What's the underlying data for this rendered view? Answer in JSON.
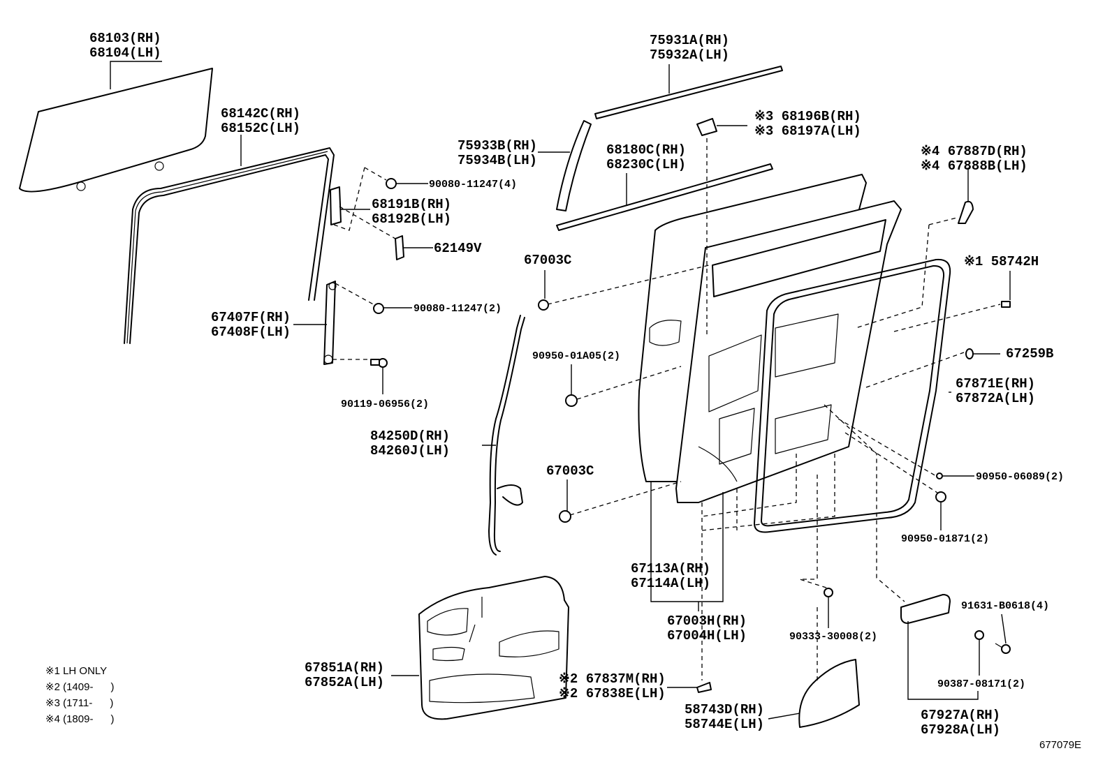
{
  "diagram_id": "677079E",
  "parts": [
    {
      "lines": [
        "68103(RH)",
        "68104(LH)"
      ]
    },
    {
      "lines": [
        "68142C(RH)",
        "68152C(LH)"
      ]
    },
    {
      "lines": [
        "90080-11247(4)"
      ]
    },
    {
      "lines": [
        "68191B(RH)",
        "68192B(LH)"
      ]
    },
    {
      "lines": [
        "62149V"
      ]
    },
    {
      "lines": [
        "67407F(RH)",
        "67408F(LH)"
      ]
    },
    {
      "lines": [
        "90080-11247(2)"
      ]
    },
    {
      "lines": [
        "90119-06956(2)"
      ]
    },
    {
      "lines": [
        "84250D(RH)",
        "84260J(LH)"
      ]
    },
    {
      "lines": [
        "75931A(RH)",
        "75932A(LH)"
      ]
    },
    {
      "lines": [
        "75933B(RH)",
        "75934B(LH)"
      ]
    },
    {
      "lines": [
        "68180C(RH)",
        "68230C(LH)"
      ]
    },
    {
      "lines": [
        "※3 68196B(RH)",
        "※3 68197A(LH)"
      ]
    },
    {
      "lines": [
        "※4 67887D(RH)",
        "※4 67888B(LH)"
      ]
    },
    {
      "lines": [
        "67003C"
      ]
    },
    {
      "lines": [
        "※1 58742H"
      ]
    },
    {
      "lines": [
        "90950-01A05(2)"
      ]
    },
    {
      "lines": [
        "67259B"
      ]
    },
    {
      "lines": [
        "67871E(RH)",
        "67872A(LH)"
      ]
    },
    {
      "lines": [
        "67003C"
      ]
    },
    {
      "lines": [
        "90950-06089(2)"
      ]
    },
    {
      "lines": [
        "90950-01871(2)"
      ]
    },
    {
      "lines": [
        "67113A(RH)",
        "67114A(LH)"
      ]
    },
    {
      "lines": [
        "67003H(RH)",
        "67004H(LH)"
      ]
    },
    {
      "lines": [
        "90333-30008(2)"
      ]
    },
    {
      "lines": [
        "91631-B0618(4)"
      ]
    },
    {
      "lines": [
        "67851A(RH)",
        "67852A(LH)"
      ]
    },
    {
      "lines": [
        "※2 67837M(RH)",
        "※2 67838E(LH)"
      ]
    },
    {
      "lines": [
        "90387-08171(2)"
      ]
    },
    {
      "lines": [
        "58743D(RH)",
        "58744E(LH)"
      ]
    },
    {
      "lines": [
        "67927A(RH)",
        "67928A(LH)"
      ]
    }
  ],
  "notes": [
    "※1 LH ONLY",
    "※2 (1409-      )",
    "※3 (1711-      )",
    "※4 (1809-      )"
  ]
}
